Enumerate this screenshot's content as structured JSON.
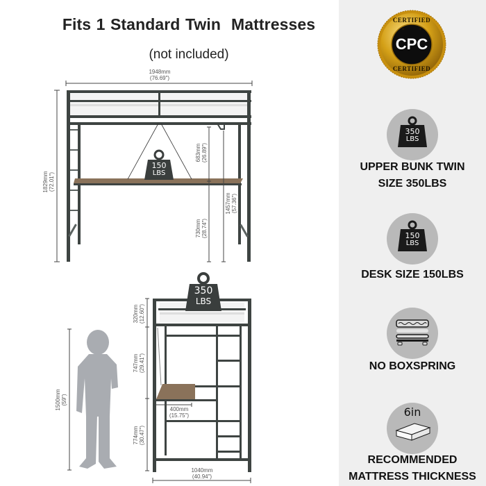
{
  "header": {
    "title": "Fits 1 Standard Twin  Mattresses",
    "subtitle": "(not included)"
  },
  "front_view": {
    "width": {
      "mm": "1948mm",
      "in": "(76.69\")"
    },
    "height": {
      "mm": "1829mm",
      "in": "(72.01\")"
    },
    "desk_to_bunk": {
      "mm": "683mm",
      "in": "(26.89\")"
    },
    "desk_height": {
      "mm": "730mm",
      "in": "(28.74\")"
    },
    "bunk_underside": {
      "mm": "1457mm",
      "in": "(57.36\")"
    },
    "desk_weight": {
      "value": "150",
      "unit": "LBS"
    }
  },
  "side_view": {
    "guardrail": {
      "mm": "320mm",
      "in": "(12.60\")"
    },
    "middle": {
      "mm": "747mm",
      "in": "(29.41\")"
    },
    "lower": {
      "mm": "774mm",
      "in": "(30.47\")"
    },
    "desk_depth": {
      "mm": "400mm",
      "in": "(15.75\")"
    },
    "depth": {
      "mm": "1040mm",
      "in": "(40.94\")"
    },
    "bunk_weight": {
      "value": "350",
      "unit": "LBS"
    }
  },
  "child": {
    "height": {
      "mm": "1500mm",
      "in": "(59\")"
    }
  },
  "badge": {
    "top_text": "CERTIFIED",
    "center_text": "CPC",
    "bottom_text": "CERTIFIED"
  },
  "features": [
    {
      "icon": "weight-350-icon",
      "icon_value": "350",
      "icon_unit": "LBS",
      "label_line1": "UPPER BUNK TWIN",
      "label_line2": "SIZE 350LBS"
    },
    {
      "icon": "weight-150-icon",
      "icon_value": "150",
      "icon_unit": "LBS",
      "label_line1": "DESK SIZE 150LBS"
    },
    {
      "icon": "no-boxspring-icon",
      "label_line1": "NO BOXSPRING"
    },
    {
      "icon": "mattress-thickness-icon",
      "icon_value": "6in",
      "label_line1": "RECOMMENDED",
      "label_line2": "MATTRESS THICKNESS"
    }
  ],
  "colors": {
    "frame": "#3e4442",
    "desk_wood": "#8a725a",
    "panel_bg": "#efefef",
    "icon_circle": "#b9b9b9",
    "gold": "#d4a017",
    "silhouette": "#a9acb1"
  }
}
